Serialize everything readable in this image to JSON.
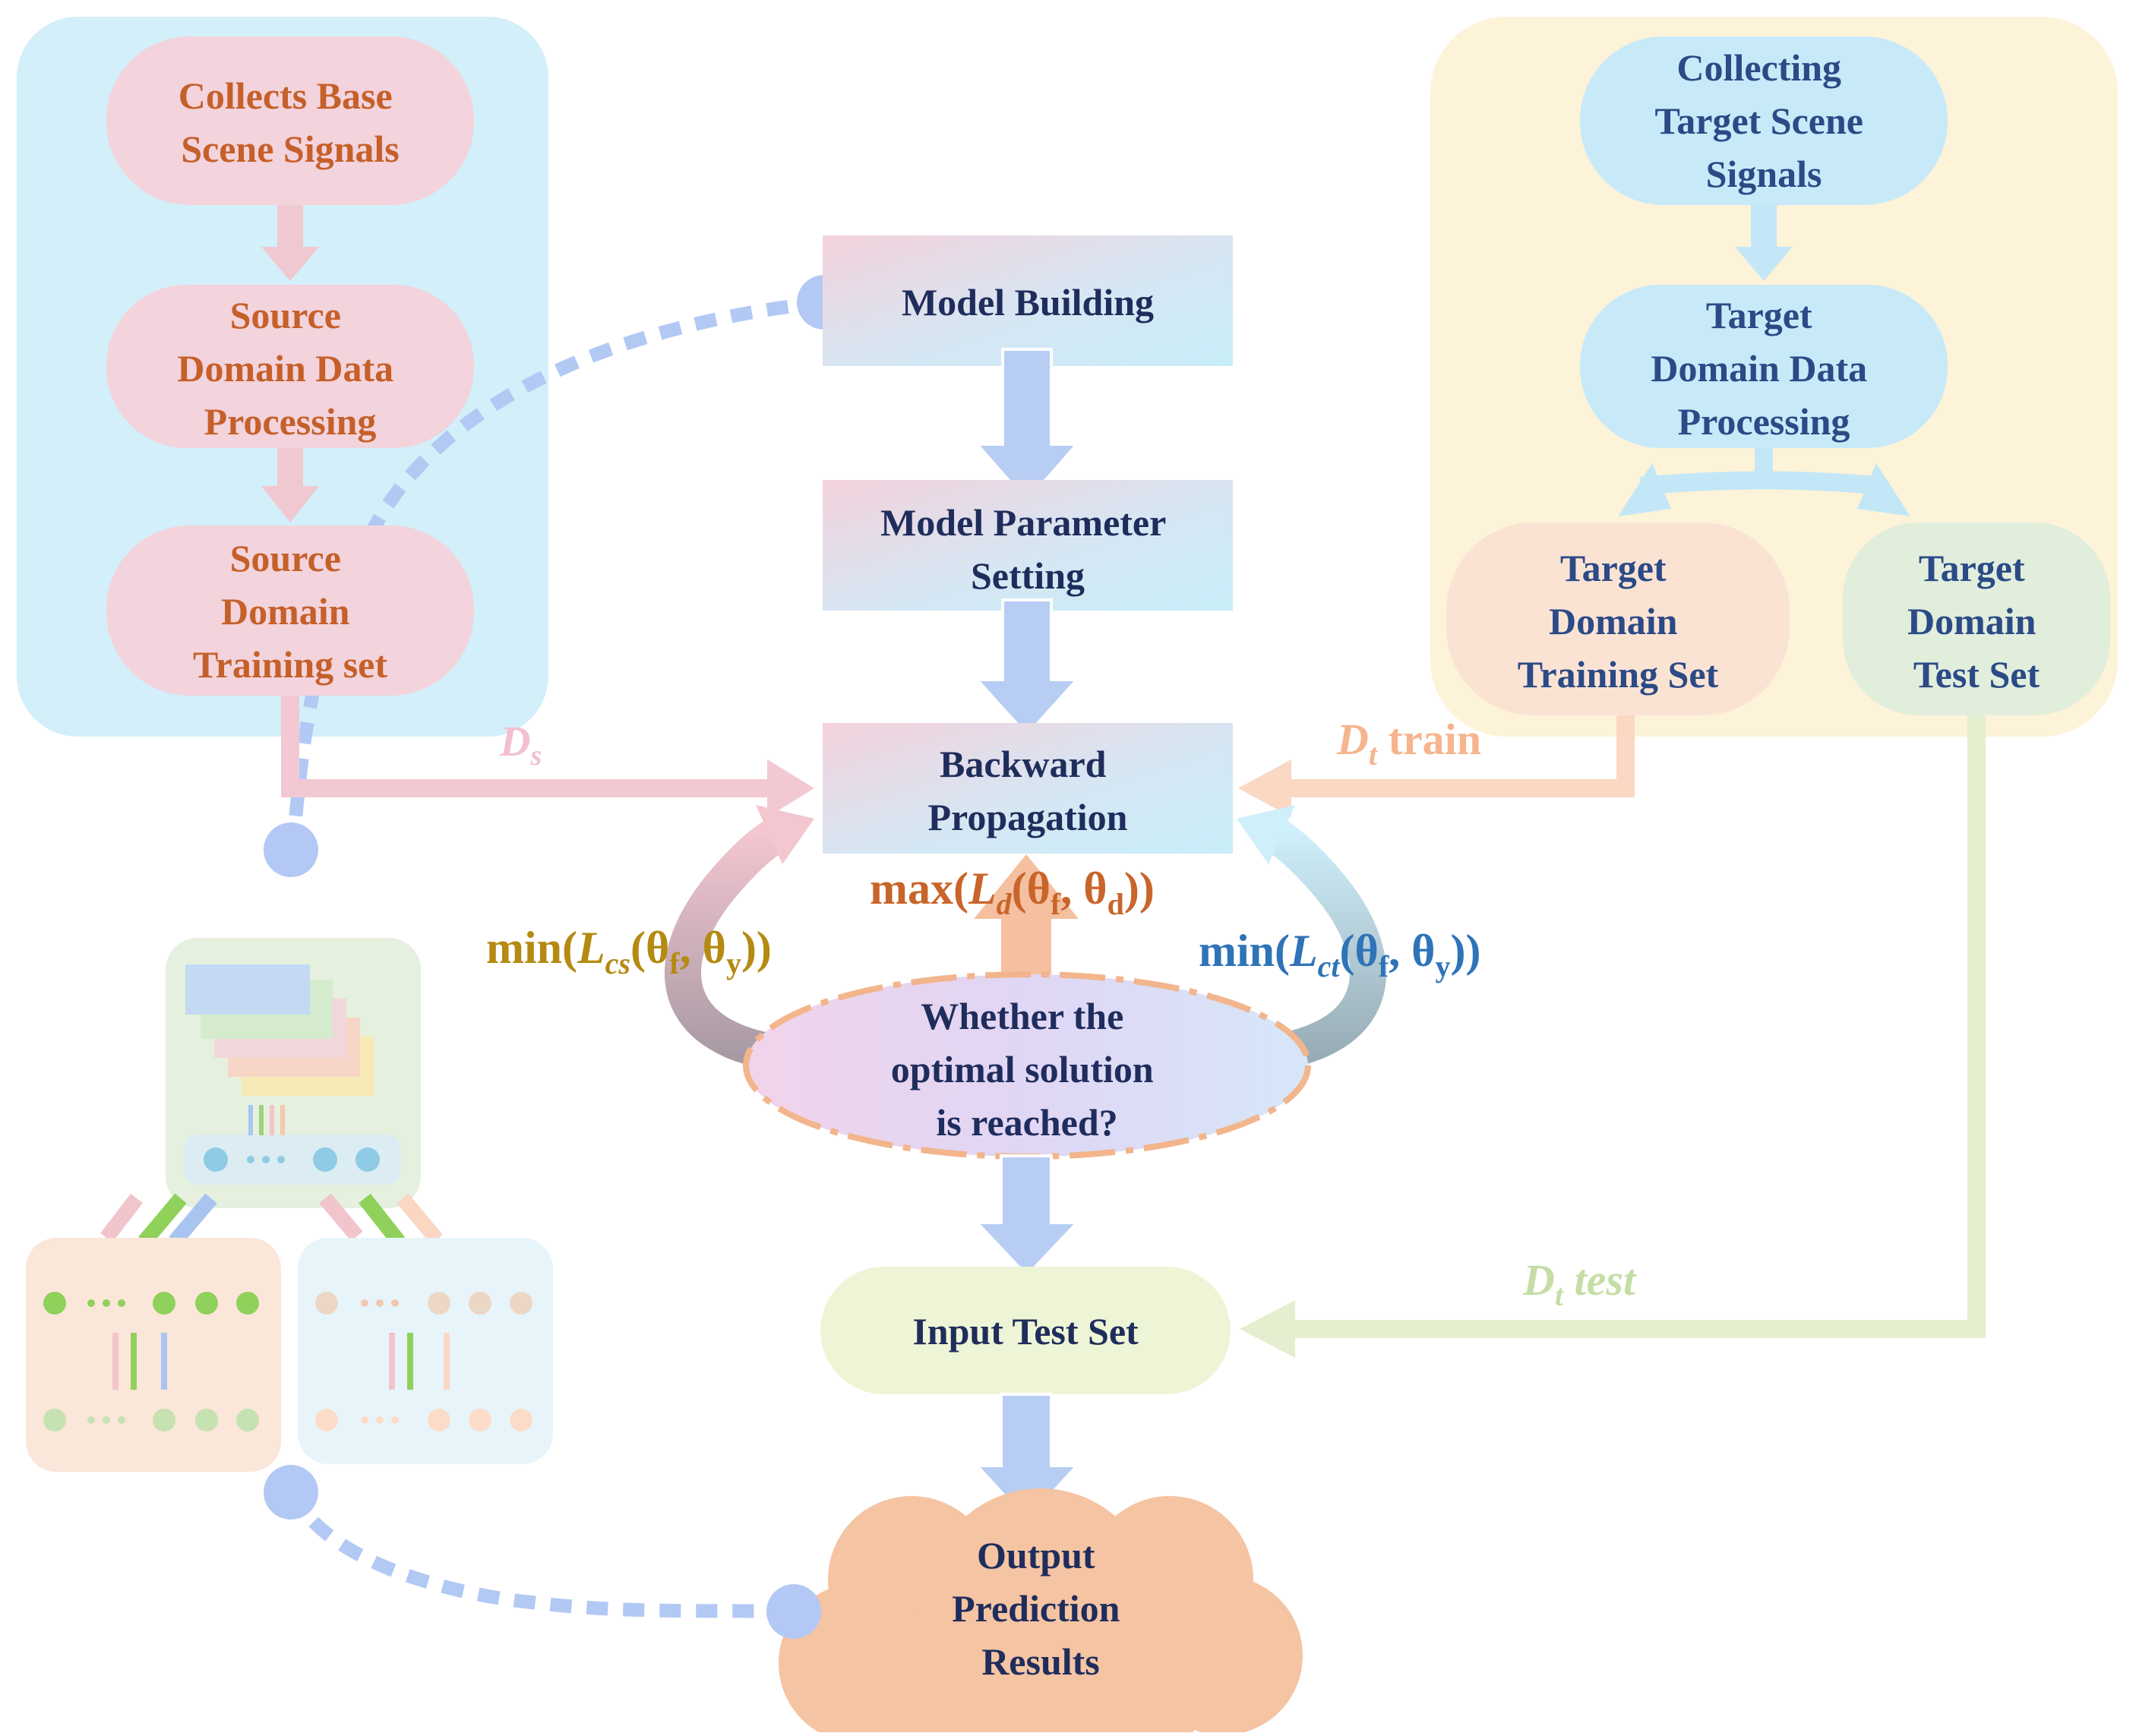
{
  "source_panel": {
    "collect": [
      "Collects Base",
      "Scene Signals"
    ],
    "process": [
      "Source",
      "Domain Data",
      "Processing"
    ],
    "train": [
      "Source",
      "Domain",
      "Training set"
    ]
  },
  "target_panel": {
    "collect": [
      "Collecting",
      "Target Scene",
      "Signals"
    ],
    "process": [
      "Target",
      "Domain Data",
      "Processing"
    ],
    "train": [
      "Target",
      "Domain",
      "Training Set"
    ],
    "test": [
      "Target",
      "Domain",
      "Test Set"
    ]
  },
  "center": {
    "model_building": "Model Building",
    "param_setting": [
      "Model Parameter",
      "Setting"
    ],
    "backprop": [
      "Backward",
      "Propagation"
    ],
    "decision": [
      "Whether the",
      "optimal solution",
      "is reached?"
    ],
    "input_test": "Input Test Set",
    "output": [
      "Output",
      "Prediction",
      "Results"
    ]
  },
  "formulas": {
    "max_ld": {
      "pre": "max(",
      "L": "L",
      "sub": "d",
      "args": "(θ",
      "a": "f",
      "mid": ", θ",
      "b": "d",
      "post": "))"
    },
    "min_lcs": {
      "pre": "min(",
      "L": "L",
      "sub": "cs",
      "args": "(θ",
      "a": "f",
      "mid": ", θ",
      "b": "y",
      "post": "))"
    },
    "min_lct": {
      "pre": "min(",
      "L": "L",
      "sub": "ct",
      "args": "(θ",
      "a": "f",
      "mid": ", θ",
      "b": "y",
      "post": "))"
    }
  },
  "edge_labels": {
    "ds": {
      "main": "D",
      "sub": "s"
    },
    "dt_train": {
      "main": "D",
      "sub": "t",
      "suffix": " train"
    },
    "dt_test": {
      "main": "D",
      "sub": "t",
      "suffix": " test"
    }
  },
  "colors": {
    "source_panel": "#d3eff9",
    "target_panel": "#fdf3d9",
    "source_node": "#f3d3dc",
    "source_text": "#c5602a",
    "target_node": "#c8e9f8",
    "target_text": "#2b4a86",
    "center_text": "#1f2d5c",
    "arrow_blue": "#b8cdf3",
    "ds_arrow": "#f2c8d3",
    "dt_train_arrow": "#fad8c4",
    "dt_test_arrow": "#e3efcf",
    "max_color": "#c9652a",
    "min_cs_color": "#b58a12",
    "min_ct_color": "#2f73b8",
    "output_cloud": "#f5c4a3",
    "input_test_fill": "#eef5d6"
  }
}
